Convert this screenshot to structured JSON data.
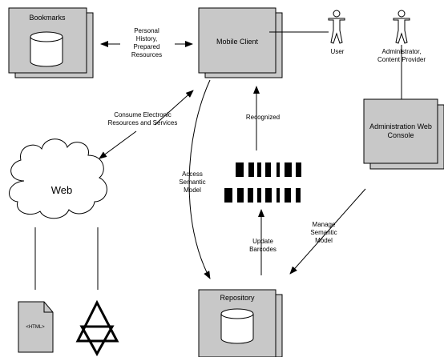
{
  "nodes": {
    "bookmarks": {
      "label": "Bookmarks"
    },
    "mobile_client": {
      "label": "Mobile Client"
    },
    "admin_console": {
      "lines": [
        "Administration Web",
        "Console"
      ]
    },
    "repository": {
      "label": "Repository"
    },
    "web": {
      "label": "Web"
    },
    "html_doc": {
      "label": "<HTML>"
    },
    "user": {
      "label": "User"
    },
    "administrator": {
      "lines": [
        "Administrator,",
        "Content Provider"
      ]
    }
  },
  "edges": {
    "personal_history": {
      "lines": [
        "Personal",
        "History,",
        "Prepared",
        "Resources"
      ]
    },
    "consume": {
      "lines": [
        "Consume Electronic",
        "Resources and Services"
      ]
    },
    "recognized": {
      "label": "Recognized"
    },
    "access_model": {
      "lines": [
        "Access",
        "Semantic",
        "Model"
      ]
    },
    "update_barcodes": {
      "lines": [
        "Update",
        "Barcodes"
      ]
    },
    "manage_model": {
      "lines": [
        "Manage",
        "Semantic",
        "Model"
      ]
    }
  },
  "colors": {
    "box_fill": "#c8c8c8",
    "stroke": "#000000",
    "background": "#ffffff"
  },
  "icons": [
    "database-icon",
    "cloud-icon",
    "html-document-icon",
    "ontology-triangle-icon",
    "barcode-icon",
    "person-icon"
  ]
}
